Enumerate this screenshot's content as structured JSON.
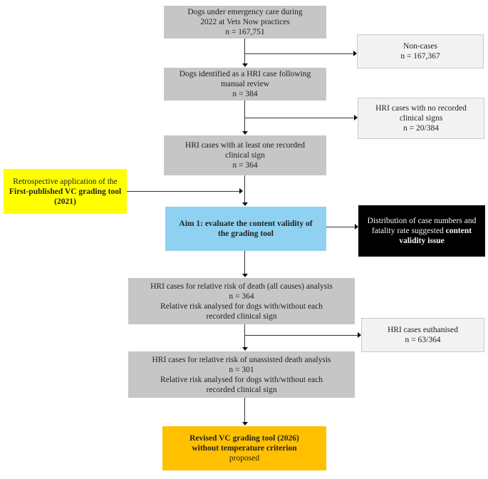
{
  "figure": {
    "type": "flowchart",
    "title": "HRI case study flow diagram",
    "colors": {
      "gray_box": "#c6c6c6",
      "light_box": "#f2f2f2",
      "yellow_box": "#ffff00",
      "blue_box": "#8ed1f0",
      "black_box": "#000000",
      "orange_box": "#ffc000",
      "arrow": "#333333"
    },
    "boxes": {
      "emergency_care": {
        "lines": [
          "Dogs under emergency care during",
          "2022 at Vets Now practices",
          "n = 167,751"
        ]
      },
      "non_cases": {
        "lines": [
          "Non-cases",
          "n = 167,367"
        ]
      },
      "hri_identified": {
        "lines": [
          "Dogs identified as a HRI case following",
          "manual review",
          "n = 384"
        ]
      },
      "no_recorded_signs": {
        "lines": [
          "HRI cases with no recorded",
          "clinical signs",
          "n = 20/384"
        ]
      },
      "at_least_one_sign": {
        "lines": [
          "HRI cases with at least one recorded",
          "clinical sign",
          "n = 364"
        ]
      },
      "retrospective_tool": {
        "text_normal": "Retrospective application of the ",
        "text_bold": "First-published VC grading tool (2021)"
      },
      "aim1": {
        "lines": [
          "Aim 1: evaluate the content validity of",
          "the grading tool"
        ]
      },
      "content_validity": {
        "text_normal": "Distribution of case numbers and fatality rate suggested ",
        "text_bold": "content validity issue"
      },
      "rr_all_causes": {
        "lines": [
          "HRI cases for relative risk of death (all causes) analysis",
          "n = 364",
          "Relative risk analysed for dogs with/without each",
          "recorded clinical sign"
        ]
      },
      "euthanised": {
        "lines": [
          "HRI cases euthanised",
          "n = 63/364"
        ]
      },
      "rr_unassisted": {
        "lines": [
          "HRI cases for relative risk of unassisted death analysis",
          "n = 301",
          "Relative risk analysed for dogs with/without each",
          "recorded clinical sign"
        ]
      },
      "revised_tool": {
        "bold_lines": [
          "Revised VC grading tool (2026)",
          "without temperature criterion"
        ],
        "normal_line": "proposed"
      }
    }
  }
}
